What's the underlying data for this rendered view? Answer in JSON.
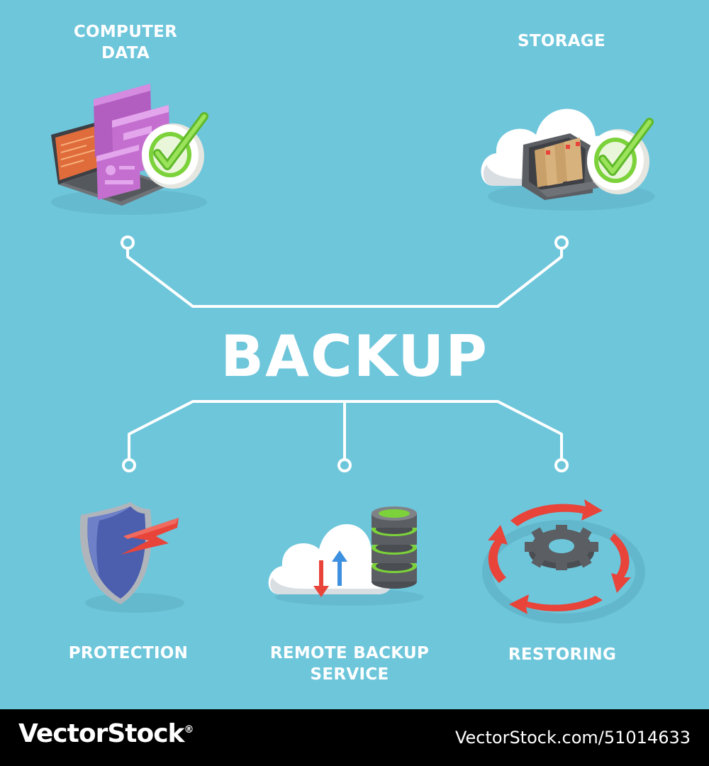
{
  "title": "BACKUP",
  "nodes": {
    "computer_data": {
      "line1": "COMPUTER",
      "line2": "DATA"
    },
    "storage": {
      "line1": "STORAGE"
    },
    "protection": {
      "line1": "PROTECTION"
    },
    "remote_backup": {
      "line1": "REMOTE BACKUP",
      "line2": "SERVICE"
    },
    "restoring": {
      "line1": "RESTORING"
    }
  },
  "footer": {
    "brand": "VectorStock",
    "brand_mark": "®",
    "url": "VectorStock.com/51014633"
  },
  "colors": {
    "background": "#6ec6db",
    "connector": "#ffffff",
    "check_green": "#7cd23a",
    "arrow_red": "#e8443a",
    "arrow_blue": "#3d8fe0",
    "shield_blue": "#4b5fae",
    "folder_tan": "#c9a06a",
    "screen_purple": "#c46fd0"
  },
  "icons": [
    "laptop-check-icon",
    "cloud-folder-check-icon",
    "shield-lightning-icon",
    "cloud-server-icon",
    "gear-refresh-icon"
  ]
}
